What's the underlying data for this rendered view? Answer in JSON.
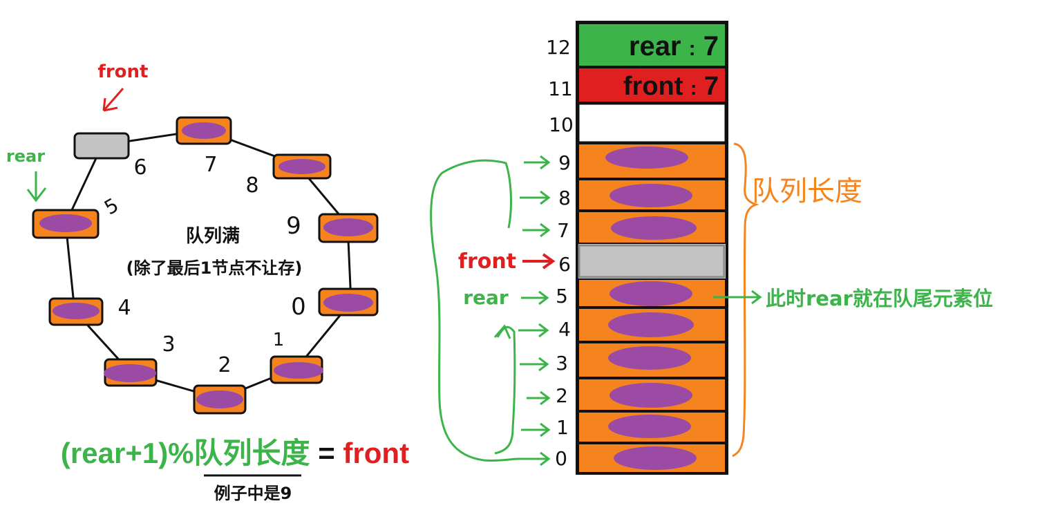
{
  "circle": {
    "center_text": "队列满",
    "center_sub": "(除了最后1节点不让存)",
    "front_label": "front",
    "rear_label": "rear",
    "slot_numbers": [
      "0",
      "1",
      "2",
      "3",
      "4",
      "5",
      "6",
      "7",
      "8",
      "9"
    ],
    "empty_slot_number": "6"
  },
  "formula": {
    "part_green": "(rear+1)%",
    "part_green_cn": "队列长度",
    "equals": " = ",
    "part_red": "front",
    "note": "例子中是9"
  },
  "stack": {
    "top_rear_label": "rear",
    "top_rear_sep": ":",
    "top_rear_value": "7",
    "top_front_label": "front",
    "top_front_sep": ":",
    "top_front_value": "7",
    "row_indices": [
      "12",
      "11",
      "10",
      "9",
      "8",
      "7",
      "6",
      "5",
      "4",
      "3",
      "2",
      "1",
      "0"
    ],
    "front_pointer": "front",
    "rear_pointer": "rear",
    "length_label": "队列长度",
    "rear_note": "此时rear就在队尾元素位"
  },
  "colors": {
    "orange": "#f5841f",
    "purple": "#9b4ba4",
    "gray": "#c3c3c3",
    "green": "#3cb44a",
    "red": "#e02020",
    "dark_green": "#22b14c",
    "bright_red": "#ed1c24"
  }
}
